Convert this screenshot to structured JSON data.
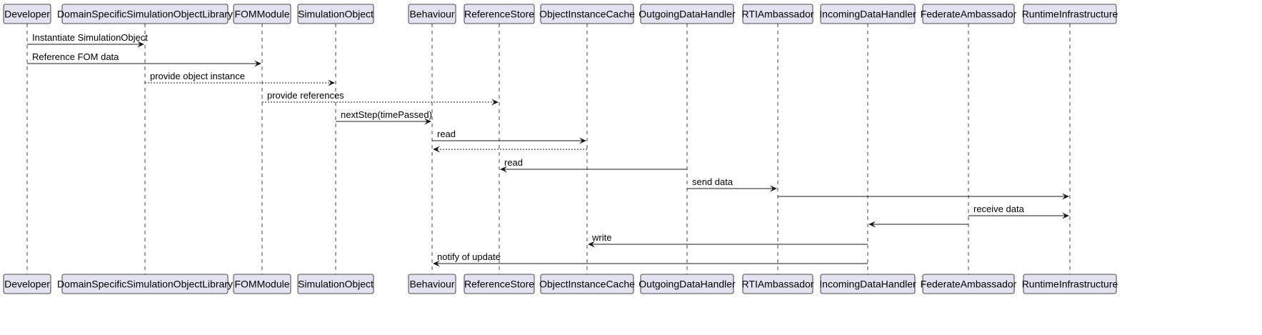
{
  "diagram": {
    "type": "sequence",
    "participants": [
      {
        "id": "developer",
        "label": "Developer"
      },
      {
        "id": "library",
        "label": "DomainSpecificSimulationObjectLibrary"
      },
      {
        "id": "fom",
        "label": "FOMModule"
      },
      {
        "id": "simobj",
        "label": "SimulationObject"
      },
      {
        "id": "behaviour",
        "label": "Behaviour"
      },
      {
        "id": "refstore",
        "label": "ReferenceStore"
      },
      {
        "id": "cache",
        "label": "ObjectInstanceCache"
      },
      {
        "id": "outgoing",
        "label": "OutgoingDataHandler"
      },
      {
        "id": "rtiamb",
        "label": "RTIAmbassador"
      },
      {
        "id": "incoming",
        "label": "IncomingDataHandler"
      },
      {
        "id": "fedamb",
        "label": "FederateAmbassador"
      },
      {
        "id": "rti",
        "label": "RuntimeInfrastructure"
      }
    ],
    "messages": [
      {
        "from": "developer",
        "to": "library",
        "label": "Instantiate SimulationObject",
        "style": "solid"
      },
      {
        "from": "developer",
        "to": "fom",
        "label": "Reference FOM data",
        "style": "solid"
      },
      {
        "from": "library",
        "to": "simobj",
        "label": "provide object instance",
        "style": "dashed"
      },
      {
        "from": "fom",
        "to": "refstore",
        "label": "provide references",
        "style": "dashed"
      },
      {
        "from": "simobj",
        "to": "behaviour",
        "label": "nextStep(timePassed)",
        "style": "solid"
      },
      {
        "from": "behaviour",
        "to": "cache",
        "label": "read",
        "style": "solid"
      },
      {
        "from": "cache",
        "to": "behaviour",
        "label": "",
        "style": "dashed"
      },
      {
        "from": "outgoing",
        "to": "refstore",
        "label": "read",
        "style": "solid"
      },
      {
        "from": "outgoing",
        "to": "rtiamb",
        "label": "send data",
        "style": "solid"
      },
      {
        "from": "rtiamb",
        "to": "rti",
        "label": "",
        "style": "solid"
      },
      {
        "from": "fedamb",
        "to": "rti",
        "label": "receive data",
        "style": "solid"
      },
      {
        "from": "fedamb",
        "to": "incoming",
        "label": "",
        "style": "solid"
      },
      {
        "from": "incoming",
        "to": "cache",
        "label": "write",
        "style": "solid"
      },
      {
        "from": "incoming",
        "to": "behaviour",
        "label": "notify of update",
        "style": "solid"
      }
    ]
  }
}
